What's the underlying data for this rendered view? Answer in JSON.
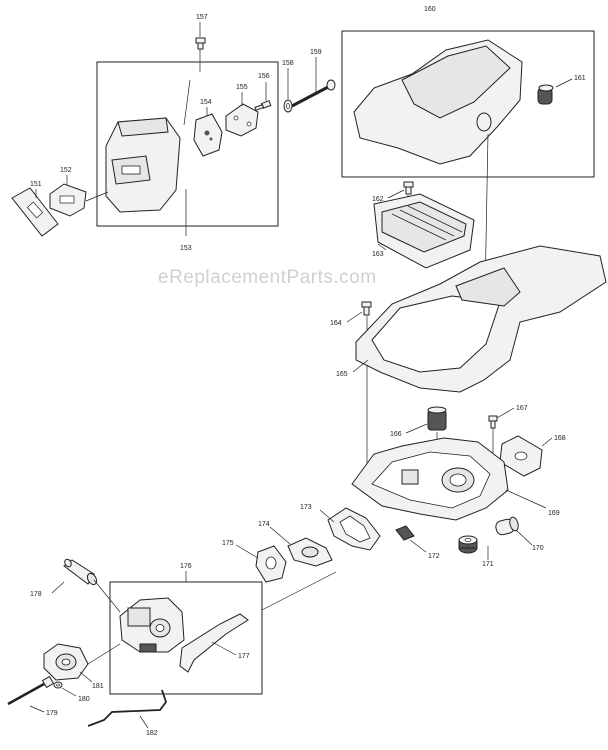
{
  "watermark": "eReplacementParts.com",
  "labels": {
    "p151": "151",
    "p152": "152",
    "p153": "153",
    "p154": "154",
    "p155": "155",
    "p156": "156",
    "p157": "157",
    "p158": "158",
    "p159": "159",
    "p160": "160",
    "p161": "161",
    "p162": "162",
    "p163": "163",
    "p164": "164",
    "p165": "165",
    "p166": "166",
    "p167": "167",
    "p168": "168",
    "p169": "169",
    "p170": "170",
    "p171": "171",
    "p172": "172",
    "p173": "173",
    "p174": "174",
    "p175": "175",
    "p176": "176",
    "p177": "177",
    "p178": "178",
    "p179": "179",
    "p180": "180",
    "p181": "181",
    "p182": "182"
  }
}
